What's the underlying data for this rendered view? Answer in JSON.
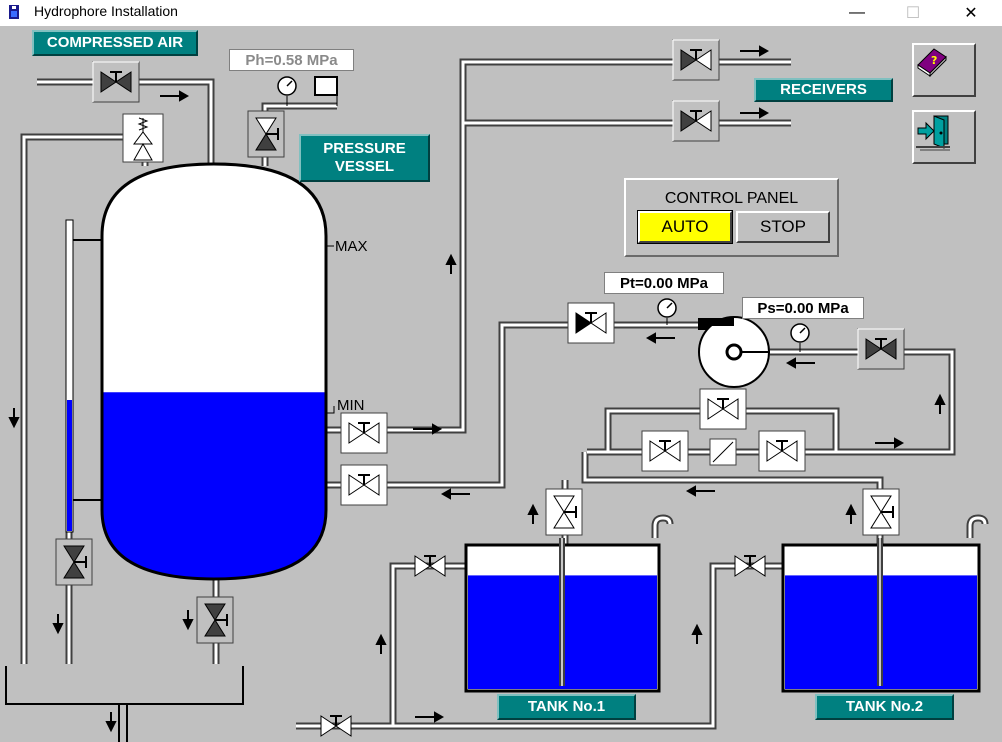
{
  "window": {
    "title": "Hydrophore Installation",
    "minimize_glyph": "—",
    "maximize_glyph": "☐",
    "close_glyph": "✕"
  },
  "labels": {
    "compressed_air": "COMPRESSED AIR",
    "pressure_vessel_line1": "PRESSURE",
    "pressure_vessel_line2": "VESSEL",
    "receivers": "RECEIVERS",
    "tank1": "TANK No.1",
    "tank2": "TANK No.2",
    "max": "MAX",
    "min": "MIN"
  },
  "readouts": {
    "ph": "Ph=0.58 MPa",
    "pt": "Pt=0.00 MPa",
    "ps": "Ps=0.00 MPa"
  },
  "control_panel": {
    "title": "CONTROL PANEL",
    "auto_label": "AUTO",
    "stop_label": "STOP",
    "active_mode": "AUTO"
  },
  "toolbar": {
    "help_icon": "help-book-icon",
    "exit_icon": "exit-door-icon"
  },
  "levels": {
    "vessel_fill_fraction": 0.45,
    "tank1_fill_fraction": 0.8,
    "tank2_fill_fraction": 0.8
  },
  "colors": {
    "water": "#0000ff",
    "label_teal": "#008080",
    "auto_active": "#ffff00",
    "background": "#c0c0c0"
  }
}
